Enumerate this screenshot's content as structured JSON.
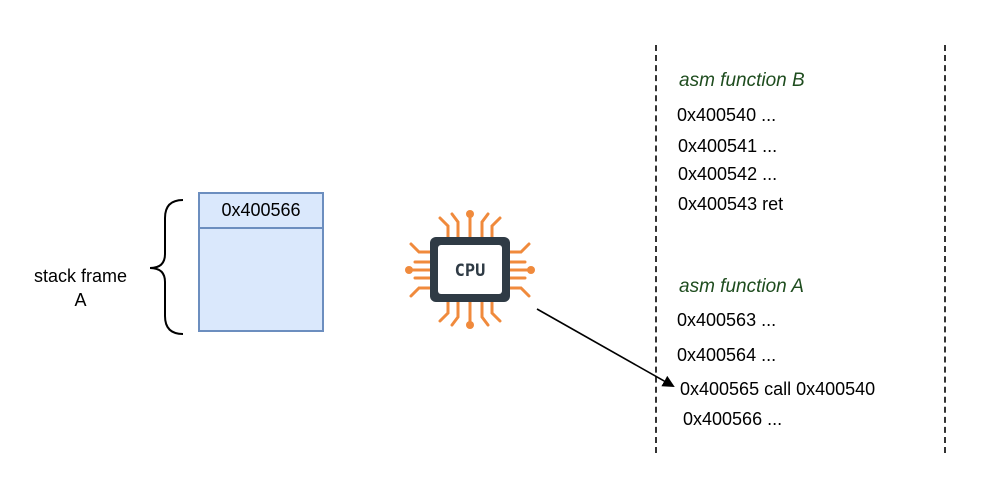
{
  "stack": {
    "label_line1": "stack frame",
    "label_line2": "A",
    "slot_top": "0x400566"
  },
  "cpu": {
    "label": "CPU",
    "icon": "cpu-chip-icon",
    "pin_color": "#f08a3c",
    "body_color": "#2f3b45"
  },
  "function_b": {
    "heading": "asm function B",
    "lines": [
      "0x400540 ...",
      "0x400541 ...",
      "0x400542 ...",
      "0x400543 ret"
    ]
  },
  "function_a": {
    "heading": "asm function A",
    "lines": [
      "0x400563 ...",
      "0x400564 ...",
      "0x400565 call 0x400540",
      "0x400566 ..."
    ]
  },
  "colors": {
    "stack_fill": "#dae8fc",
    "stack_border": "#6c8ebf",
    "heading_text": "#1f4d1f"
  }
}
